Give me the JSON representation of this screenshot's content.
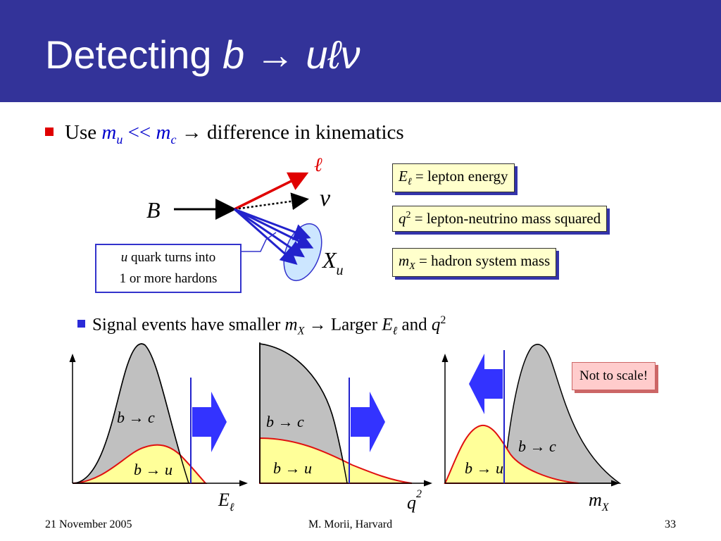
{
  "title": {
    "prefix": "Detecting ",
    "formula": "b → uℓν"
  },
  "bullet1": {
    "use": "Use ",
    "mu": "m",
    "mu_sub": "u",
    "ll": " << ",
    "mc": "m",
    "mc_sub": "c",
    "arrow": " → ",
    "rest": "difference in kinematics"
  },
  "diagram": {
    "B": "B",
    "ell": "ℓ",
    "nu": "ν",
    "X": "X",
    "X_sub": "u"
  },
  "note": {
    "line1_italic": "u",
    "line1_rest": " quark turns into",
    "line2": "1 or more hardons"
  },
  "definitions": [
    {
      "sym": "E",
      "sub": "ℓ",
      "text": " = lepton energy"
    },
    {
      "sym": "q",
      "sup": "2",
      "text": " = lepton-neutrino mass squared"
    },
    {
      "sym": "m",
      "sub": "X",
      "text": " = hadron system mass"
    }
  ],
  "bullet2": {
    "text1": "Signal events have smaller ",
    "mx": "m",
    "mx_sub": "X",
    "arrow": " → ",
    "text2": "Larger ",
    "el": "E",
    "el_sub": "ℓ",
    "and": " and ",
    "q": "q",
    "q_sup": "2"
  },
  "plots": {
    "bc": "b → c",
    "bu": "b → u",
    "xlabels": {
      "E": "E",
      "E_sub": "ℓ",
      "q": "q",
      "q_sup": "2",
      "m": "m",
      "m_sub": "X"
    }
  },
  "not_to_scale": "Not to scale!",
  "footer": {
    "date": "21 November 2005",
    "author": "M. Morii, Harvard",
    "page": "33"
  },
  "colors": {
    "title_bg": "#333399",
    "box_fill": "#ffffcc",
    "signal_fill": "#ffff99",
    "signal_line": "#e01010",
    "bg_fill": "#c0c0c0",
    "arrow_fill": "#3333ff"
  }
}
